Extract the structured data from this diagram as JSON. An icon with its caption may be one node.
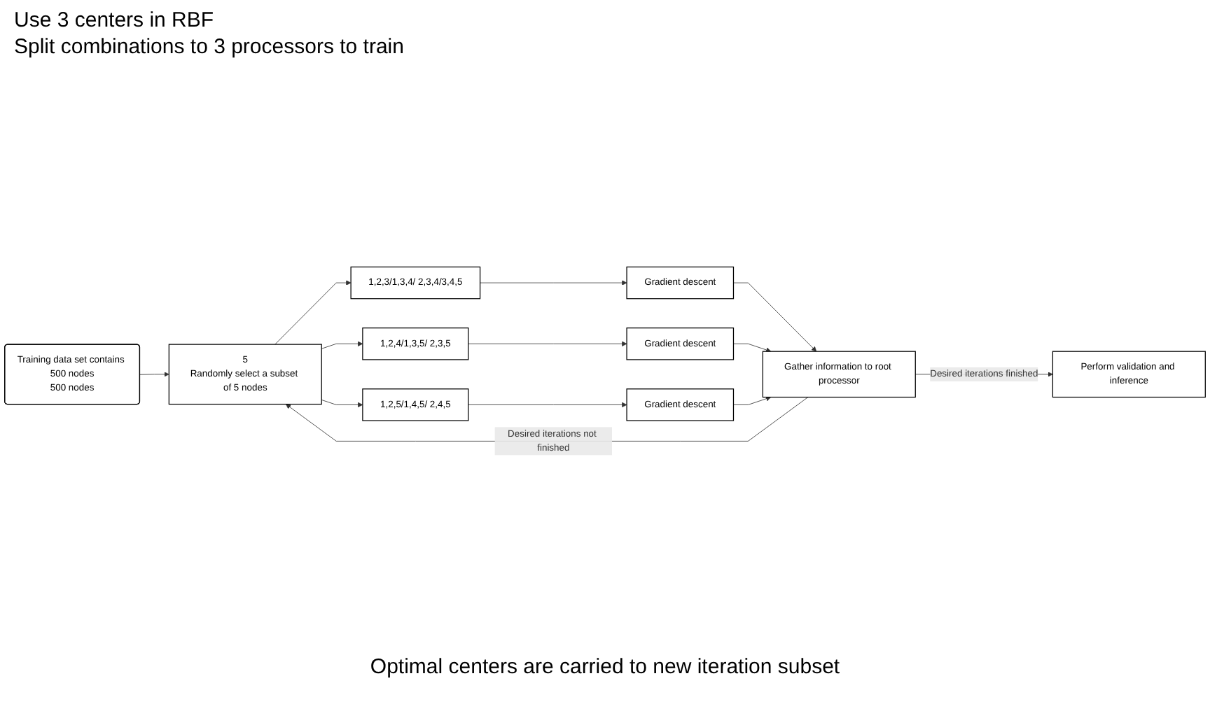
{
  "diagram": {
    "nodes": [
      {
        "text": [
          "Training data set contains 500 nodes",
          "500 nodes"
        ]
      },
      {
        "text": [
          "5",
          "Randomly select a subset of 5 nodes"
        ]
      },
      {
        "text": [
          "1,2,3/1,3,4/ 2,3,4/3,4,5"
        ]
      },
      {
        "text": [
          "1,2,4/1,3,5/ 2,3,5"
        ]
      },
      {
        "text": [
          "1,2,5/1,4,5/ 2,4,5"
        ]
      },
      {
        "text": [
          "Gradient descent"
        ]
      },
      {
        "text": [
          "Gradient descent"
        ]
      },
      {
        "text": [
          "Gradient descent"
        ]
      },
      {
        "text": [
          "Perform validation and inference"
        ]
      },
      {
        "text": [
          "Gather information to root processor"
        ]
      }
    ],
    "edges": [
      {
        "from": 0,
        "to": 1,
        "arrow": "to"
      },
      {
        "from": 1,
        "to": 2,
        "arrow": "to"
      },
      {
        "from": 1,
        "to": 3,
        "arrow": "to"
      },
      {
        "from": 1,
        "to": 4,
        "arrow": "to"
      },
      {
        "from": 2,
        "to": 5,
        "arrow": "to"
      },
      {
        "from": 3,
        "to": 6,
        "arrow": "to"
      },
      {
        "from": 4,
        "to": 7,
        "arrow": "to"
      },
      {
        "from": 5,
        "to": 9,
        "arrow": "to"
      },
      {
        "from": 6,
        "to": 9,
        "arrow": "to"
      },
      {
        "from": 7,
        "to": 9,
        "arrow": "to"
      },
      {
        "from": 9,
        "to": 8,
        "label": "Desired iterations finished",
        "arrow": "to"
      },
      {
        "from": 9,
        "to": 1,
        "label": "Desired iterations not finished",
        "arrow": "to"
      }
    ],
    "labels": [
      "Use 3 centers in RBF",
      "Split combinations to 3 processors to train",
      "Optimal centers are carried to new iteration subset"
    ]
  }
}
